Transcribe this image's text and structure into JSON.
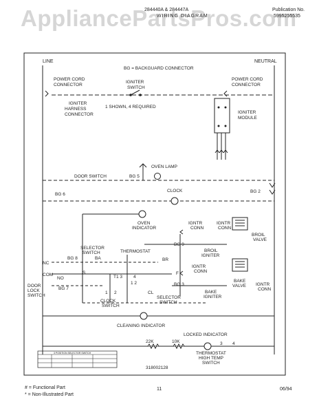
{
  "header": {
    "models": "284440A & 284447A",
    "subtitle": "WIRING DIAGRAM",
    "publication_label": "Publication No.",
    "publication_number": "5995255535",
    "watermark": "AppliancePartsPros.com"
  },
  "labels": {
    "line": "LINE",
    "neutral": "NEUTRAL",
    "bg_connector": "BG = BACKGUARD CONNECTOR",
    "power_cord_left": [
      "POWER CORD",
      "CONNECTOR"
    ],
    "power_cord_right": [
      "POWER CORD",
      "CONNECTOR"
    ],
    "igniter_switch": [
      "IGNITER",
      "SWITCH"
    ],
    "igniter_harness": [
      "IGNITER",
      "HARNESS",
      "CONNECTOR"
    ],
    "shown_required": "1 SHOWN, 4 REQUIRED",
    "igniter_module": [
      "IGNITER",
      "MODULE"
    ],
    "oven_lamp": "OVEN LAMP",
    "door_switch": "DOOR SWITCH",
    "bg5": "BG 5",
    "clock": "CLOCK",
    "bg6": "BG 6",
    "bg2": "BG 2",
    "oven_indicator": [
      "OVEN",
      "INDICATOR"
    ],
    "ignitr_conn_1": [
      "IGNTR",
      "CONN"
    ],
    "ignitr_conn_2": [
      "IGNTR",
      "CONN"
    ],
    "broil_valve": [
      "BROIL",
      "VALVE"
    ],
    "selector_switch": [
      "SELECTOR",
      "SWITCH"
    ],
    "thermostat": "THERMOSTAT",
    "bg8": "BG 8",
    "ba": "BA",
    "bg9": "BG 9",
    "broil_igniter": [
      "BROIL",
      "IGNITER"
    ],
    "nc": "NC",
    "com": "COM",
    "no": "NO",
    "s": "S",
    "t13": "T1 3",
    "four": "4",
    "br": "BR",
    "f": "F",
    "ignitr_conn_3": [
      "IGNTR",
      "CONN"
    ],
    "bg3": "BG 3",
    "bake_valve": [
      "BAKE",
      "VALVE"
    ],
    "ignitr_conn_4": [
      "IGNTR",
      "CONN"
    ],
    "door_lock_switch": [
      "DOOR",
      "LOCK",
      "SWITCH"
    ],
    "bg7": "BG 7",
    "one": "1",
    "two": "2",
    "cl": "CL",
    "twelve": "1 2",
    "clock_switch": [
      "CLOCK",
      "SWITCH"
    ],
    "selector_switch_2": [
      "SELECTOR",
      "SWITCH"
    ],
    "bake_igniter": [
      "BAKE",
      "IGNITER"
    ],
    "cleaning_indicator": "CLEANING INDICATOR",
    "locked_indicator": "LOCKED INDICATOR",
    "resistor_22k": "22K",
    "resistor_10k": "10K",
    "tstat_3": "3",
    "tstat_4": "4",
    "thermostat_high_temp": [
      "THERMOSTAT",
      "HIGH TEMP",
      "SWITCH"
    ],
    "part_number": "318002128",
    "table_title": "3 POSITION SELECTOR SWITCH"
  },
  "footer": {
    "functional": "# = Functional Part",
    "non_illustrated": "* = Non-Illustrated Part",
    "page": "11",
    "date": "06/94"
  }
}
